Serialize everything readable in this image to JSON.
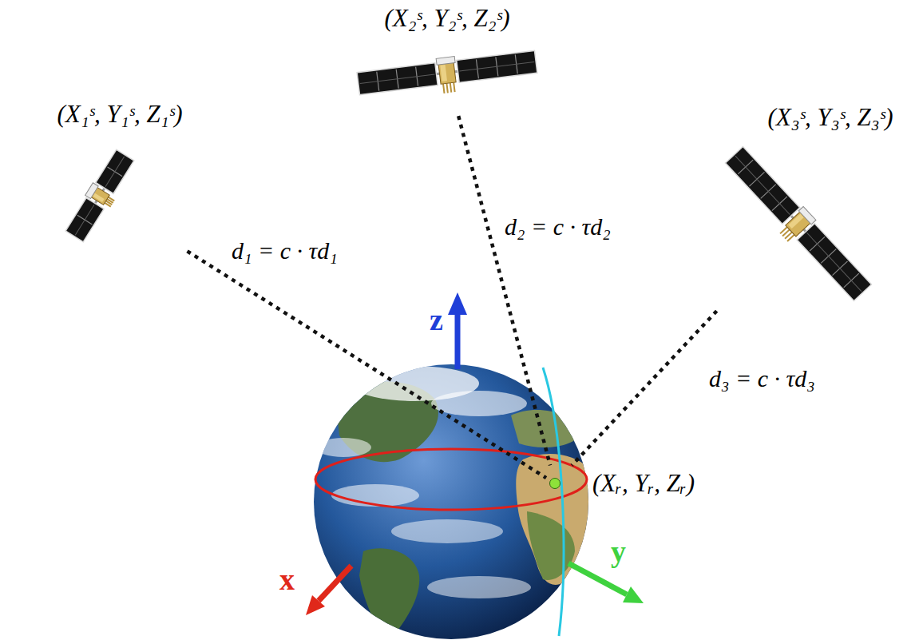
{
  "diagram": {
    "nodes": [
      {
        "text": [
          "(X₁ˢ, Y₁ˢ, Z₁ˢ)"
        ]
      },
      {
        "text": [
          "(X₂ˢ, Y₂ˢ, Z₂ˢ)"
        ]
      },
      {
        "text": [
          "(X₃ˢ, Y₃ˢ, Z₃ˢ)"
        ]
      },
      {
        "text": [
          "(Xᵣ, Yᵣ, Zᵣ)"
        ]
      }
    ],
    "edges": [
      {
        "from": 0,
        "to": 3,
        "arrow": "none",
        "label": "d₁ = c · τd₁"
      },
      {
        "from": 1,
        "to": 3,
        "arrow": "none",
        "label": "d₂ = c · τd₂"
      },
      {
        "from": 2,
        "to": 3,
        "arrow": "none",
        "label": "d₃ = c · τd₃"
      }
    ],
    "labels": [
      "z",
      "x",
      "y"
    ]
  }
}
